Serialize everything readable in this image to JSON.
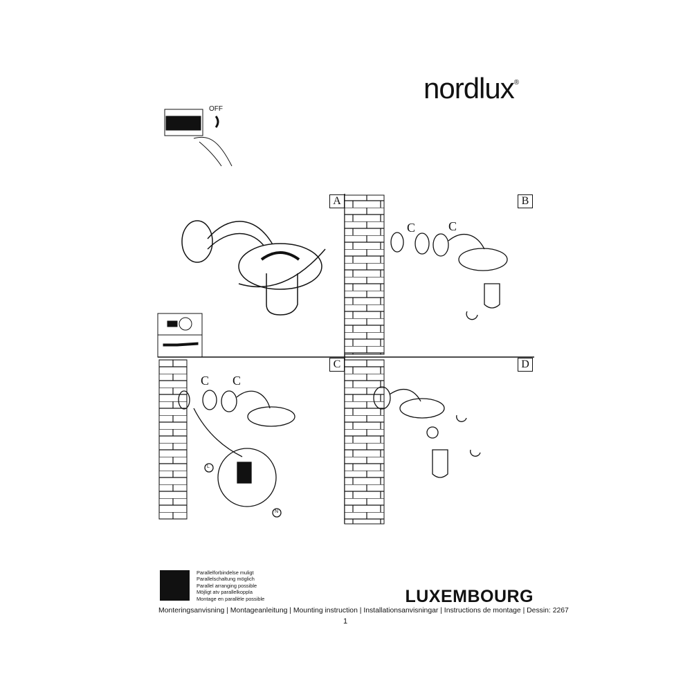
{
  "brand": {
    "name": "nordlux",
    "mark": "®"
  },
  "off_label": "OFF",
  "panels": [
    {
      "label": "A"
    },
    {
      "label": "B"
    },
    {
      "label": "C"
    },
    {
      "label": "D"
    }
  ],
  "wire_labels": {
    "live": "L",
    "neutral": "N"
  },
  "parallel_notes": [
    "Parallelforbindelse muligt",
    "Parallelschaltung möglich",
    "Parallel arranging possible",
    "Möjligt atv parallelkoppla",
    "Montage en parallèle possible"
  ],
  "product_name": "LUXEMBOURG",
  "footer": "Monteringsanvisning | Montageanleitung | Mounting instruction | Installationsanvisningar | Instructions de montage | Dessin: 2267",
  "page_number": "1"
}
